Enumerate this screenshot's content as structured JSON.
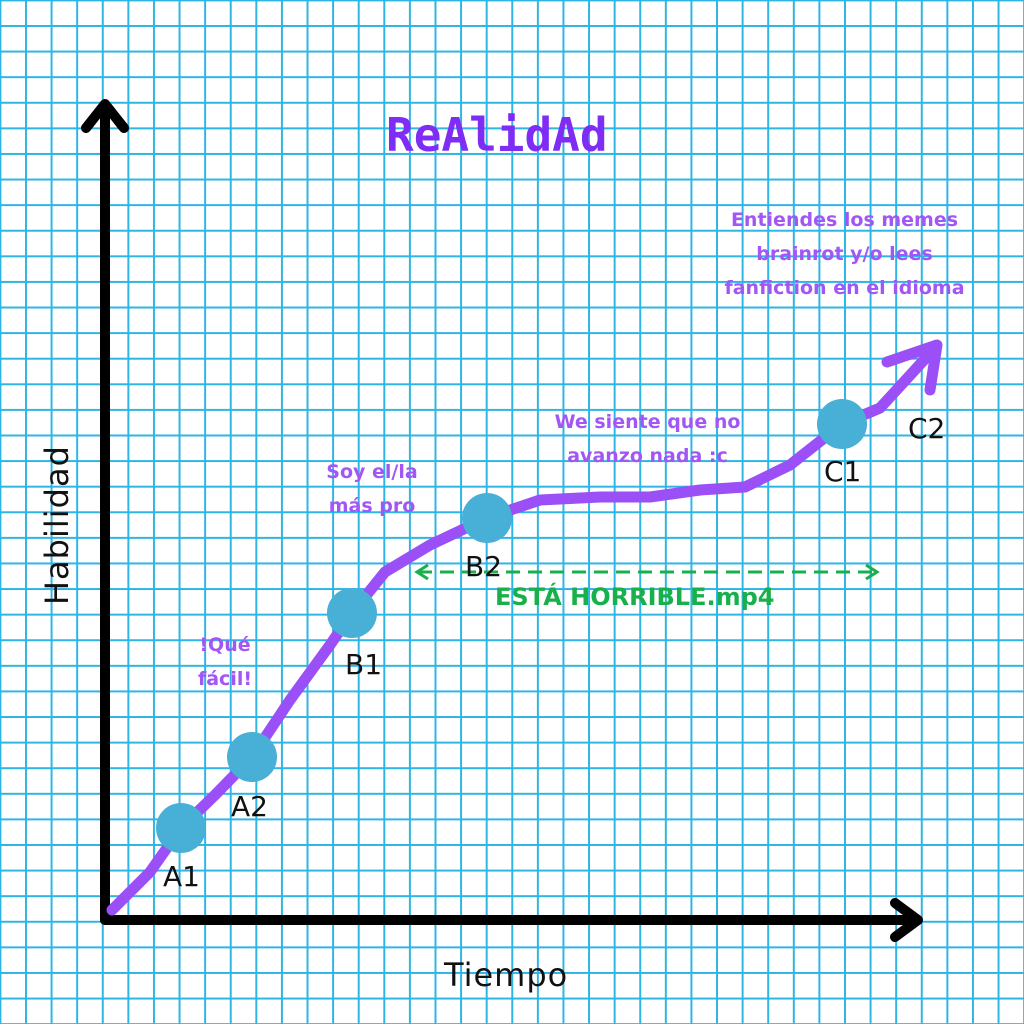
{
  "title": "ReAlidAd",
  "x_axis_label": "Tiempo",
  "y_axis_label": "Habilidad",
  "points": [
    "A1",
    "A2",
    "B1",
    "B2",
    "C1",
    "C2"
  ],
  "annotations": {
    "easy": "!Qué fácil!",
    "pro": "Soy el/la más pro",
    "plateau": "We siente que no avanzo nada :c",
    "horrible": "ESTÁ HORRIBLE.mp4",
    "goal": "Entiendes los memes brainrot y/o lees fanfiction en el idioma"
  },
  "colors": {
    "curve": "#9b4ff7",
    "dot": "#48afd6",
    "grid": "#2cb5e6",
    "title": "#7f2df5",
    "note": "#a256f5",
    "green": "#18b04a"
  }
}
